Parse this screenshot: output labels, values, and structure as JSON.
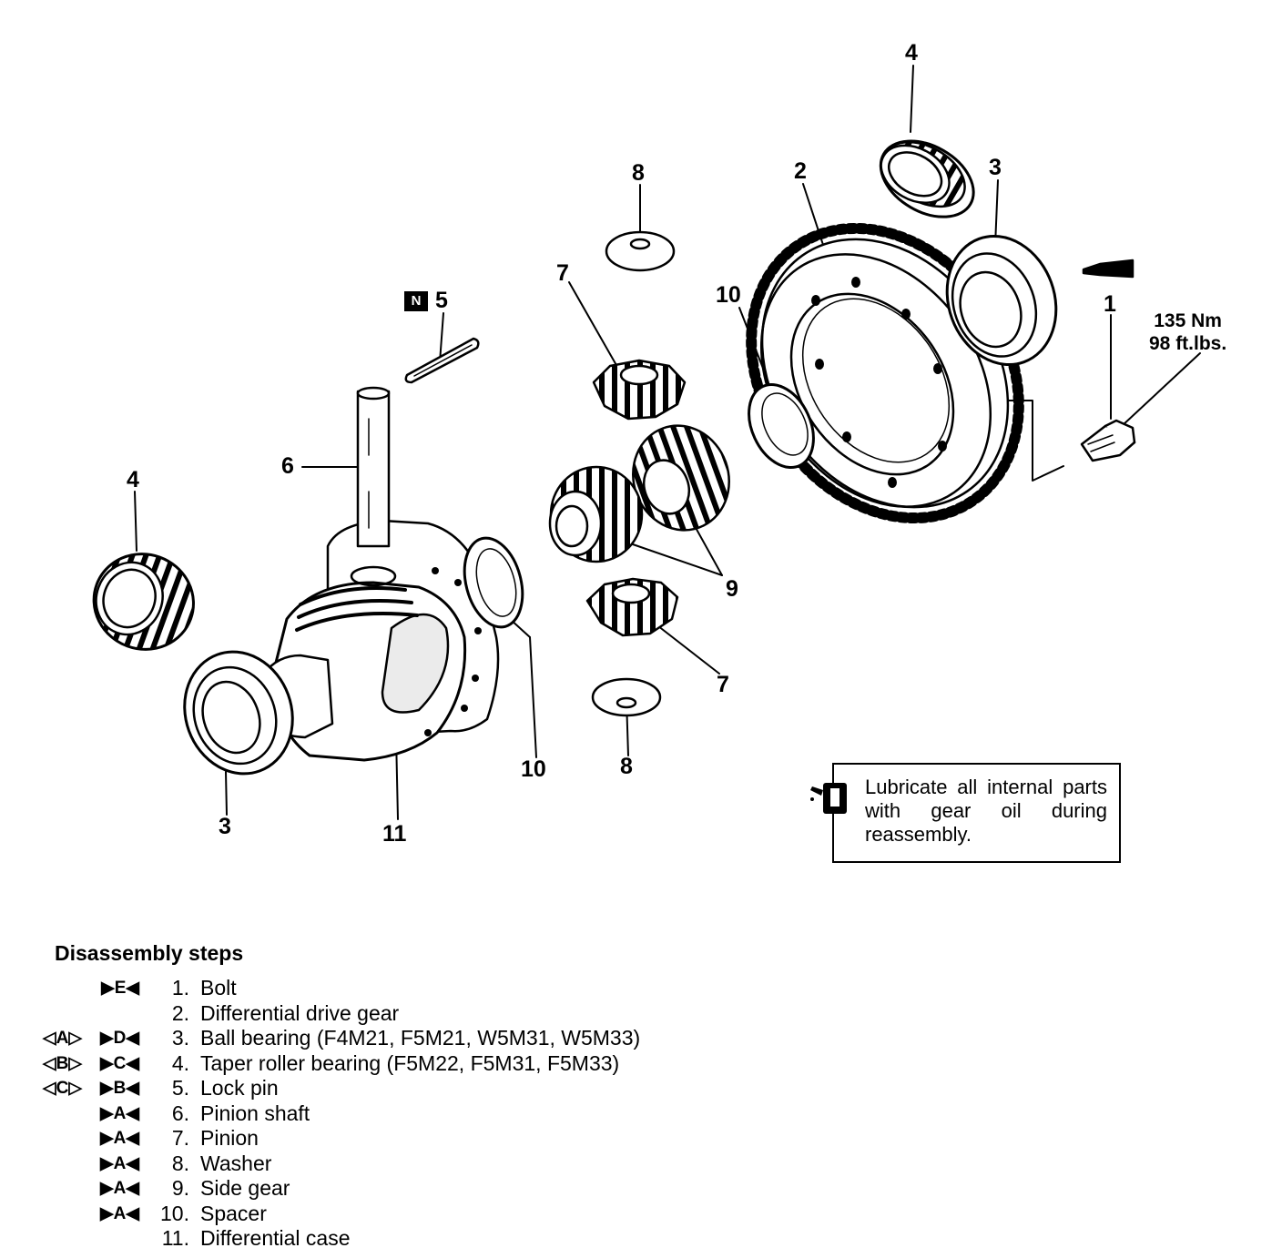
{
  "callouts": {
    "bolt": "1",
    "drive_gear": "2",
    "bearing_right": "3",
    "bearing_left": "3",
    "taper_top": "4",
    "taper_left": "4",
    "lock_pin": "5",
    "lock_pin_tag": "N",
    "pinion_shaft": "6",
    "pinion_top": "7",
    "pinion_bottom": "7",
    "washer_top": "8",
    "washer_bottom": "8",
    "side_gear": "9",
    "spacer_right": "10",
    "spacer_left": "10",
    "diff_case": "11"
  },
  "torque": {
    "metric": "135 Nm",
    "imperial": "98 ft.lbs."
  },
  "note": {
    "icon": "oil-can-icon",
    "text": "Lubricate all internal parts with gear oil during reassembly."
  },
  "steps": {
    "title": "Disassembly steps",
    "items": [
      {
        "m1": "",
        "m2": "▶E◀",
        "num": "1.",
        "name": "Bolt"
      },
      {
        "m1": "",
        "m2": "",
        "num": "2.",
        "name": "Differential drive gear"
      },
      {
        "m1": "◁A▷",
        "m2": "▶D◀",
        "num": "3.",
        "name": "Ball bearing (F4M21, F5M21, W5M31, W5M33)"
      },
      {
        "m1": "◁B▷",
        "m2": "▶C◀",
        "num": "4.",
        "name": "Taper roller bearing (F5M22, F5M31, F5M33)"
      },
      {
        "m1": "◁C▷",
        "m2": "▶B◀",
        "num": "5.",
        "name": "Lock pin"
      },
      {
        "m1": "",
        "m2": "▶A◀",
        "num": "6.",
        "name": "Pinion shaft"
      },
      {
        "m1": "",
        "m2": "▶A◀",
        "num": "7.",
        "name": "Pinion"
      },
      {
        "m1": "",
        "m2": "▶A◀",
        "num": "8.",
        "name": "Washer"
      },
      {
        "m1": "",
        "m2": "▶A◀",
        "num": "9.",
        "name": "Side gear"
      },
      {
        "m1": "",
        "m2": "▶A◀",
        "num": "10.",
        "name": "Spacer"
      },
      {
        "m1": "",
        "m2": "",
        "num": "11.",
        "name": "Differential case"
      }
    ]
  }
}
